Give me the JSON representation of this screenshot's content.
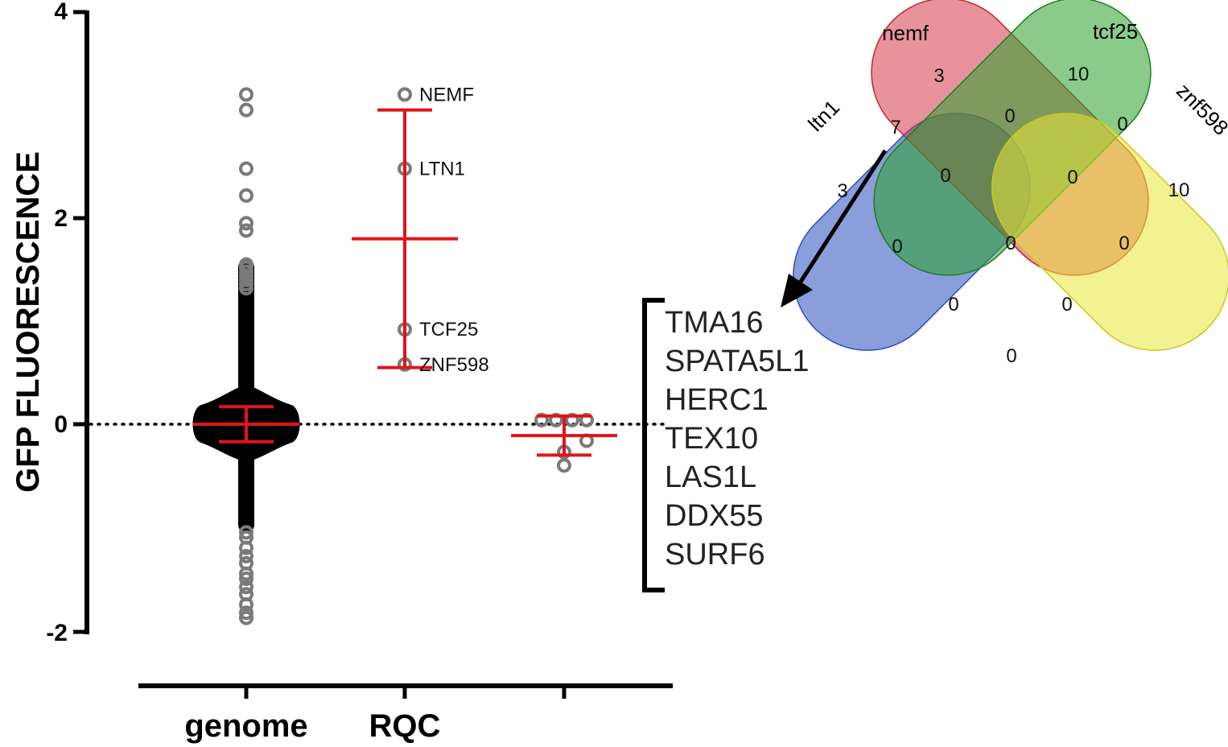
{
  "chart_data": {
    "type": "scatter",
    "ylabel": "GFP FLUORESCENCE",
    "ylim": [
      -2,
      4
    ],
    "yticks": [
      "4",
      "2",
      "0",
      "-2"
    ],
    "reference_line": 0,
    "categories": [
      "genome",
      "RQC",
      ""
    ],
    "series": [
      {
        "category": "genome",
        "outliers": [
          3.2,
          3.05,
          2.48,
          2.22,
          1.95,
          1.88,
          1.55,
          1.52,
          1.48,
          1.44,
          1.4,
          1.36,
          1.32,
          -1.05,
          -1.1,
          -1.2,
          -1.28,
          -1.35,
          -1.45,
          -1.5,
          -1.58,
          -1.65,
          -1.75,
          -1.83,
          -1.88
        ],
        "mean": 0.0,
        "sd": 0.17,
        "ymax": 1.3,
        "ymin": -1.0
      },
      {
        "category": "RQC",
        "points": [
          {
            "label": "NEMF",
            "y": 3.2
          },
          {
            "label": "LTN1",
            "y": 2.48
          },
          {
            "label": "TCF25",
            "y": 0.92
          },
          {
            "label": "ZNF598",
            "y": 0.58
          }
        ],
        "mean": 1.8,
        "sd": 1.25
      },
      {
        "category": "",
        "points": [
          {
            "y": 0.04
          },
          {
            "y": 0.04
          },
          {
            "y": 0.04
          },
          {
            "y": 0.04
          },
          {
            "y": -0.16
          },
          {
            "y": -0.27
          },
          {
            "y": -0.4
          }
        ],
        "mean": -0.11,
        "sd": 0.19
      }
    ],
    "gene_list": [
      "TMA16",
      "SPATA5L1",
      "HERC1",
      "TEX10",
      "LAS1L",
      "DDX55",
      "SURF6"
    ],
    "venn": {
      "sets": [
        {
          "name": "ltn1",
          "color": "#2b4fc0"
        },
        {
          "name": "nemf",
          "color": "#d63a48"
        },
        {
          "name": "tcf25",
          "color": "#2aa02a"
        },
        {
          "name": "znf598",
          "color": "#e8e83a"
        }
      ],
      "counts": [
        "3",
        "7",
        "3",
        "0",
        "10",
        "0",
        "0",
        "0",
        "10",
        "0",
        "0",
        "0",
        "0",
        "0",
        "0"
      ]
    },
    "colors": {
      "points": "#7a7a7a",
      "summary": "#e0141a",
      "axis": "#000000"
    }
  }
}
